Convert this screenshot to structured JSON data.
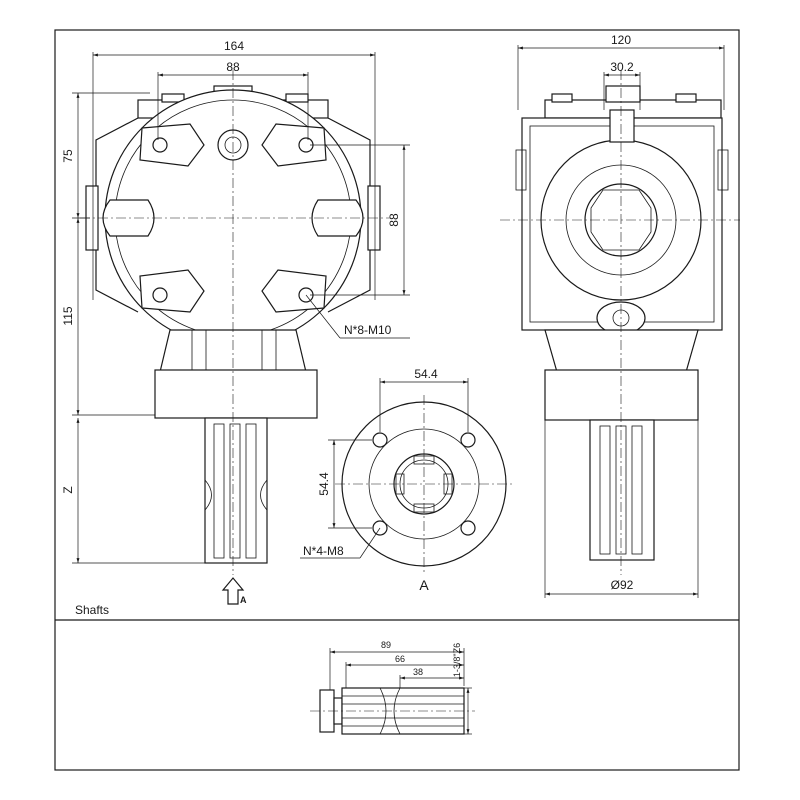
{
  "dimensions": {
    "width_total": "164",
    "hole_spacing_h": "88",
    "upper_height": "75",
    "lower_height": "115",
    "hole_spacing_v": "88",
    "shaft_length": "Z",
    "side_width": "120",
    "side_offset": "30.2",
    "flange_spacing_h": "54.4",
    "flange_spacing_v": "54.4",
    "flange_diameter": "Ø92"
  },
  "callouts": {
    "front_holes": "N*8-M10",
    "flange_holes": "N*4-M8"
  },
  "view_labels": {
    "arrow_marker": "A",
    "flange_view": "A"
  },
  "shafts": {
    "section_title": "Shafts",
    "length_total": "89",
    "length_mid": "66",
    "length_short": "38",
    "spline_spec": "1-3/8\"Z6"
  }
}
